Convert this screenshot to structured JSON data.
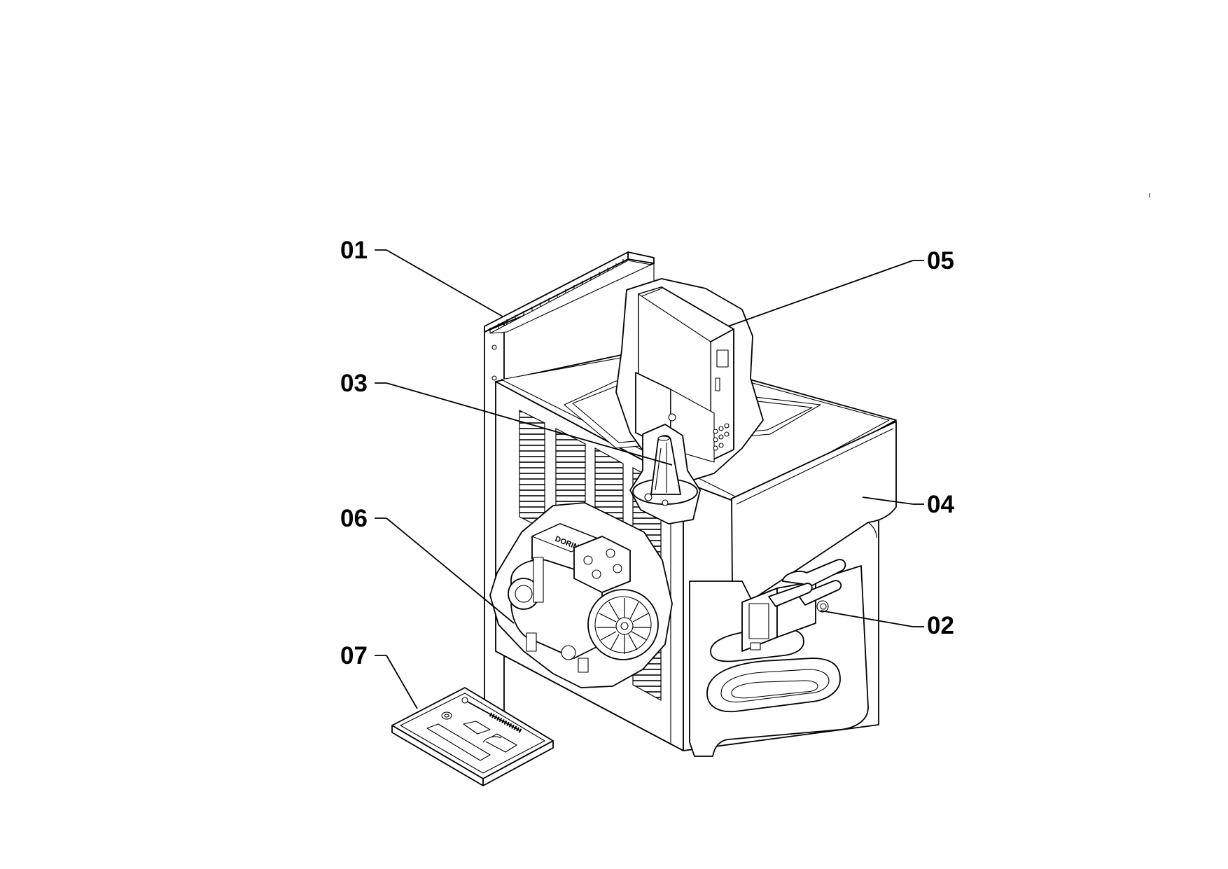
{
  "diagram": {
    "callouts": [
      {
        "id": "01",
        "label": "01"
      },
      {
        "id": "02",
        "label": "02"
      },
      {
        "id": "03",
        "label": "03"
      },
      {
        "id": "04",
        "label": "04"
      },
      {
        "id": "05",
        "label": "05"
      },
      {
        "id": "06",
        "label": "06"
      },
      {
        "id": "07",
        "label": "07"
      }
    ],
    "compressor_brand": "DORIN",
    "colors": {
      "line": "#000000",
      "background": "#ffffff"
    }
  }
}
